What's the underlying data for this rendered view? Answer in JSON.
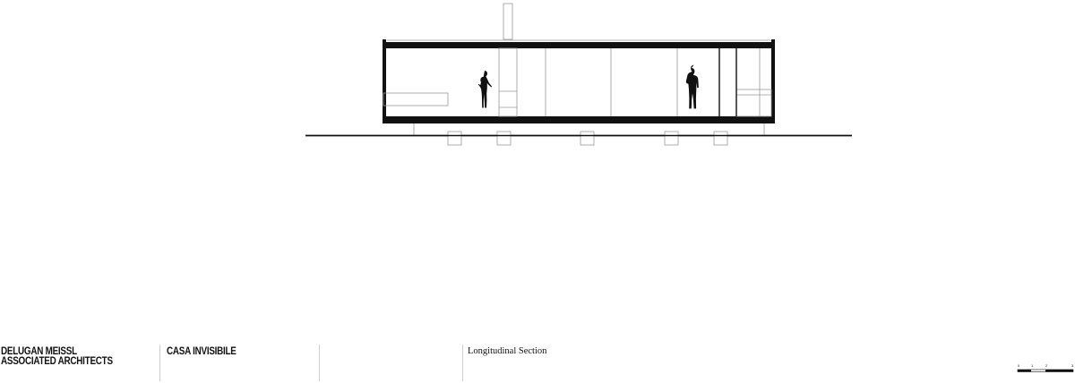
{
  "title_block": {
    "firm_line1": "DELUGAN MEISSL",
    "firm_line2": "ASSOCIATED ARCHITECTS",
    "project_name": "CASA INVISIBILE",
    "sheet_title": "Longitudinal Section"
  },
  "scale_bar": {
    "ticks": [
      "0",
      "1",
      "2",
      "3"
    ]
  },
  "colors": {
    "ink": "#111111",
    "thin_line": "#9a9a9a"
  }
}
